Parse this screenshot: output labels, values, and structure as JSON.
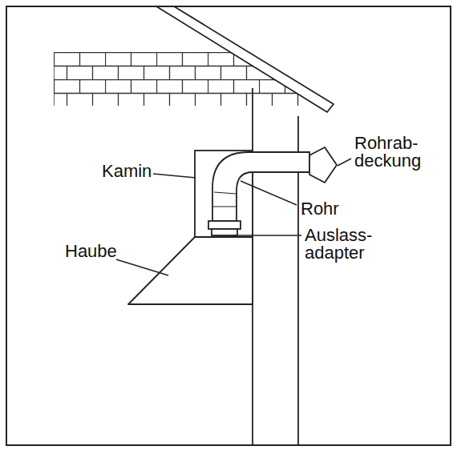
{
  "diagram": {
    "labels": [
      "Rohrab- deckung",
      "Kamin",
      "Rohr",
      "Auslass- adapter",
      "Haube"
    ]
  }
}
